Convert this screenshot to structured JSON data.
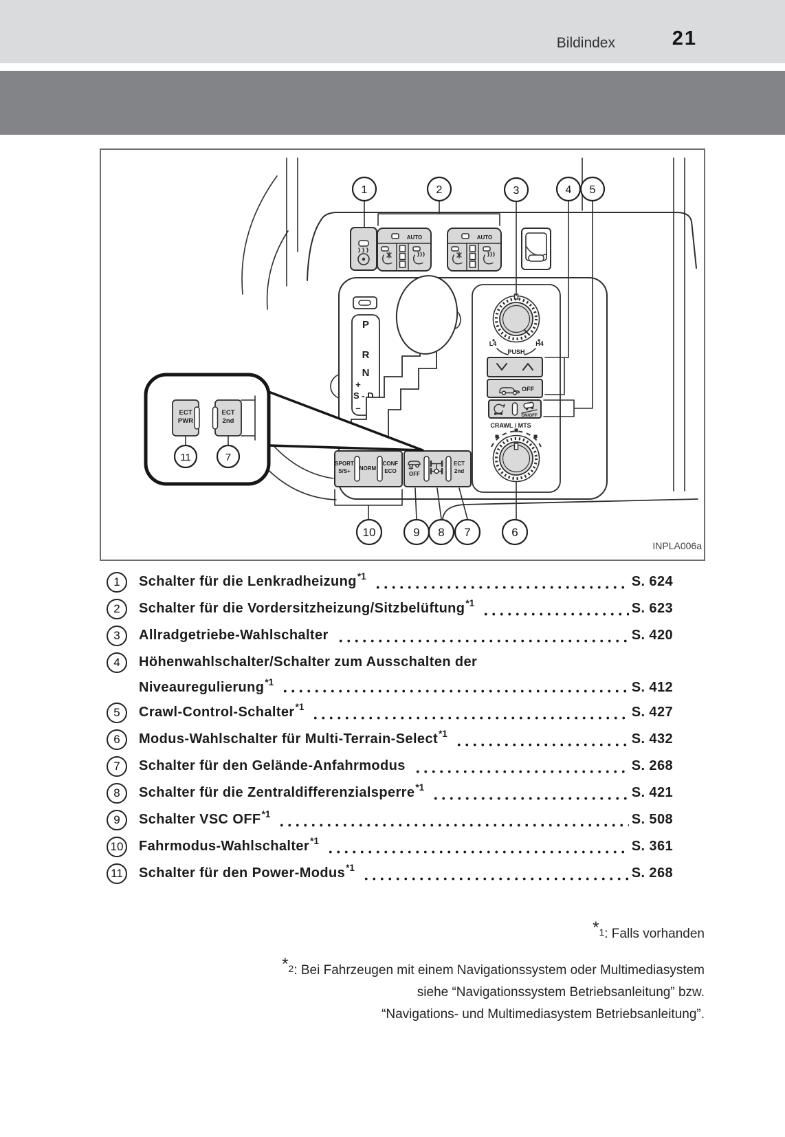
{
  "header": {
    "section": "Bildindex",
    "page_number": "21"
  },
  "figure": {
    "code": "INPLA006a",
    "callouts": {
      "n1": "1",
      "n2": "2",
      "n3": "3",
      "n4": "4",
      "n5": "5",
      "n6": "6",
      "n7": "7",
      "n8": "8",
      "n9": "9",
      "n10": "10",
      "n11": "11"
    },
    "labels": {
      "auto": "AUTO",
      "gear_p": "P",
      "gear_r": "R",
      "gear_n": "N",
      "gear_plus": "+",
      "gear_sd": "S - D",
      "gear_minus": "–",
      "l4": "L4",
      "h4": "H4",
      "push": "PUSH",
      "crawl": "CRAWL / MTS",
      "off": "OFF",
      "onoff": "ON/OFF",
      "sport": "SPORT",
      "ss": "S/S+",
      "norm": "NORM",
      "conf": "CONF",
      "eco": "ECO",
      "ect": "ECT",
      "second": "2nd",
      "pwr": "PWR",
      "vsc_off": "OFF"
    }
  },
  "index": {
    "items": [
      {
        "num": "1",
        "label": "Schalter für die Lenkradheizung",
        "note": "*1",
        "page": "S. 624"
      },
      {
        "num": "2",
        "label": "Schalter für die Vordersitzheizung/Sitzbelüftung",
        "note": "*1",
        "page": "S. 623"
      },
      {
        "num": "3",
        "label": "Allradgetriebe-Wahlschalter",
        "note": "",
        "page": "S. 420"
      },
      {
        "num": "4",
        "label": "Höhenwahlschalter/Schalter zum Ausschalten der",
        "label2": "Niveauregulierung",
        "note": "*1",
        "page": "S. 412"
      },
      {
        "num": "5",
        "label": "Crawl-Control-Schalter",
        "note": "*1",
        "page": "S. 427"
      },
      {
        "num": "6",
        "label": "Modus-Wahlschalter für Multi-Terrain-Select",
        "note": "*1",
        "page": "S. 432"
      },
      {
        "num": "7",
        "label": "Schalter für den Gelände-Anfahrmodus",
        "note": "",
        "page": "S. 268"
      },
      {
        "num": "8",
        "label": "Schalter für die Zentraldifferenzialsperre",
        "note": "*1",
        "page": "S. 421"
      },
      {
        "num": "9",
        "label": "Schalter VSC OFF",
        "note": "*1",
        "page": "S. 508"
      },
      {
        "num": "10",
        "label": "Fahrmodus-Wahlschalter",
        "note": "*1",
        "page": "S. 361"
      },
      {
        "num": "11",
        "label": "Schalter für den Power-Modus",
        "note": "*1",
        "page": "S. 268"
      }
    ]
  },
  "footnotes": {
    "fn1_star": "*",
    "fn1_num": "1",
    "fn1_text": ": Falls vorhanden",
    "fn2_star": "*",
    "fn2_num": "2",
    "fn2_text": ": Bei Fahrzeugen mit einem Navigationssystem oder Multimediasystem",
    "fn2_line2": "siehe “Navigationssystem Betriebsanleitung” bzw.",
    "fn2_line3": "“Navigations- und Multimediasystem Betriebsanleitung”."
  }
}
